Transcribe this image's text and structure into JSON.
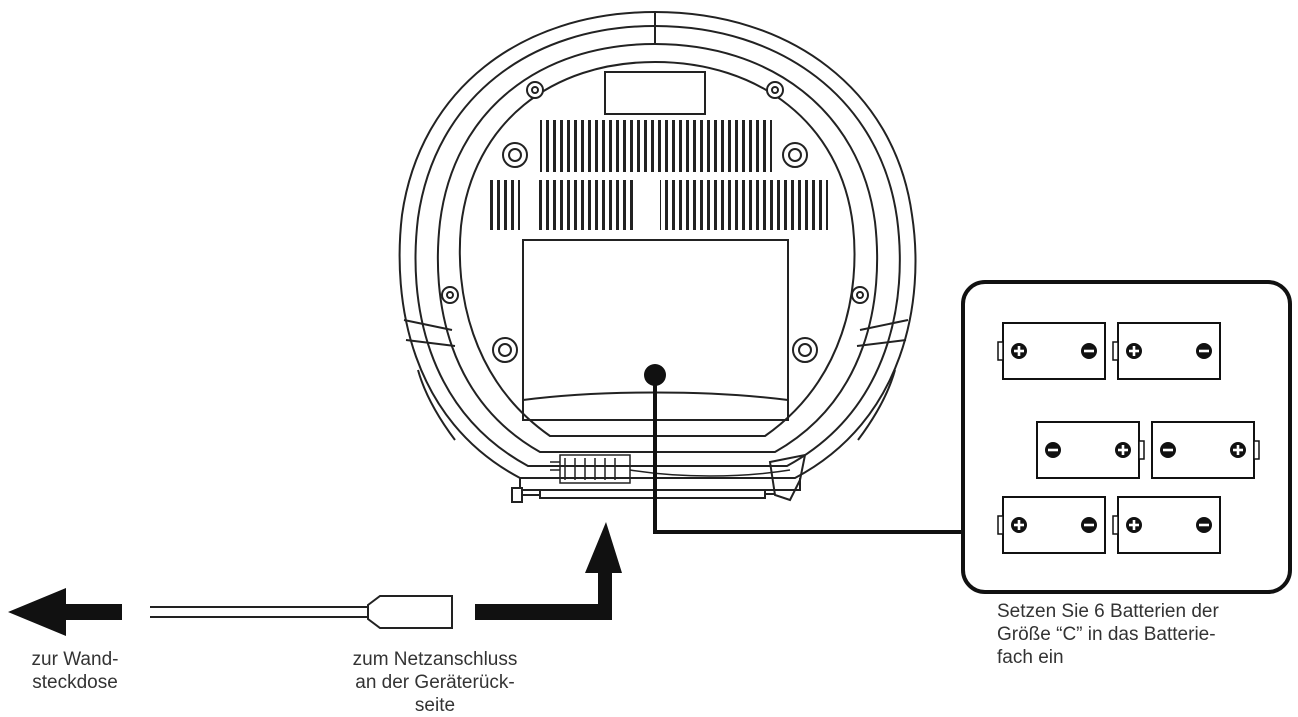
{
  "labels": {
    "wall_socket": [
      "zur Wand-",
      "steckdose"
    ],
    "device_socket": [
      "zum Netzanschluss",
      "an der Geräterück-",
      "seite"
    ],
    "battery_note": [
      "Setzen Sie 6 Batterien der",
      "Größe “C” in das Batterie-",
      "fach ein"
    ]
  },
  "battery_box": {
    "battery_count": 6,
    "plus_symbol": "+",
    "minus_symbol": "−"
  },
  "icons": {
    "wall_arrow": "arrow-left-icon",
    "device_arrow": "arrow-up-icon",
    "plug": "plug-icon",
    "battery": "battery-icon"
  }
}
